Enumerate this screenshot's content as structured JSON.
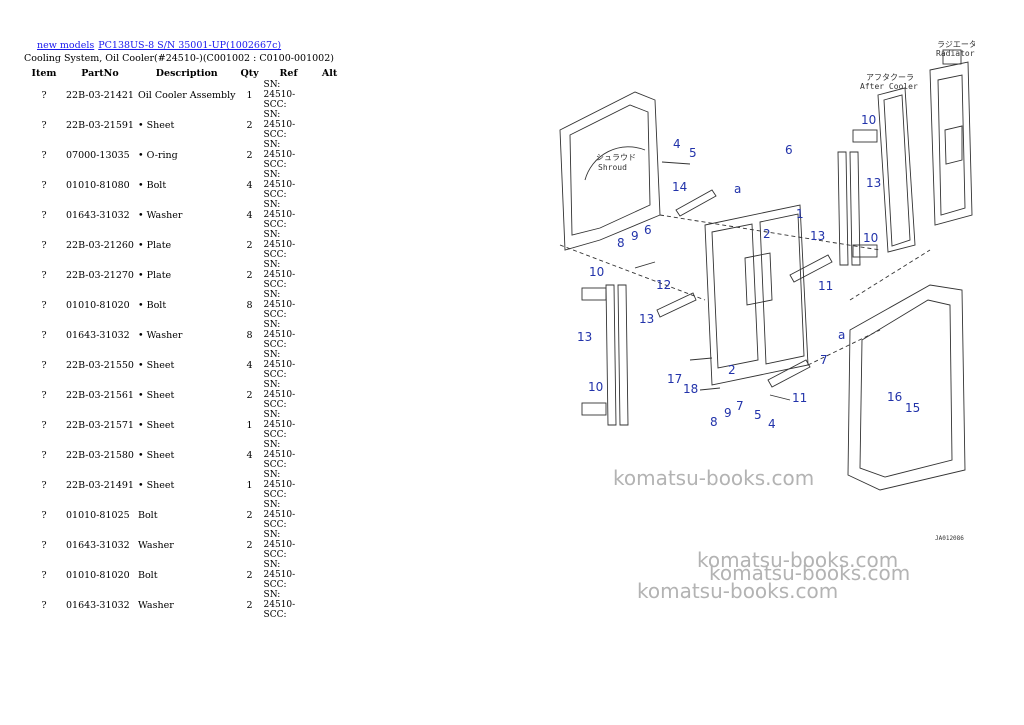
{
  "breadcrumb": {
    "link1": "new models",
    "link2": "PC138US-8 S/N 35001-UP(1002667c)"
  },
  "subtitle": "Cooling System, Oil Cooler(#24510-)(C001002 : C0100-001002)",
  "table": {
    "headers": [
      "Item",
      "PartNo",
      "Description",
      "Qty",
      "Ref",
      "Alt"
    ],
    "rows": [
      {
        "item": "?",
        "part": "22B-03-21421",
        "desc": "Oil Cooler Assembly",
        "qty": "1",
        "ref": "SN: 24510-SCC:"
      },
      {
        "item": "?",
        "part": "22B-03-21591",
        "desc": "• Sheet",
        "qty": "2",
        "ref": "SN: 24510-SCC:"
      },
      {
        "item": "?",
        "part": "07000-13035",
        "desc": "• O-ring",
        "qty": "2",
        "ref": "SN: 24510-SCC:"
      },
      {
        "item": "?",
        "part": "01010-81080",
        "desc": "• Bolt",
        "qty": "4",
        "ref": "SN: 24510-SCC:"
      },
      {
        "item": "?",
        "part": "01643-31032",
        "desc": "• Washer",
        "qty": "4",
        "ref": "SN: 24510-SCC:"
      },
      {
        "item": "?",
        "part": "22B-03-21260",
        "desc": "• Plate",
        "qty": "2",
        "ref": "SN: 24510-SCC:"
      },
      {
        "item": "?",
        "part": "22B-03-21270",
        "desc": "• Plate",
        "qty": "2",
        "ref": "SN: 24510-SCC:"
      },
      {
        "item": "?",
        "part": "01010-81020",
        "desc": "• Bolt",
        "qty": "8",
        "ref": "SN: 24510-SCC:"
      },
      {
        "item": "?",
        "part": "01643-31032",
        "desc": "• Washer",
        "qty": "8",
        "ref": "SN: 24510-SCC:"
      },
      {
        "item": "?",
        "part": "22B-03-21550",
        "desc": "• Sheet",
        "qty": "4",
        "ref": "SN: 24510-SCC:"
      },
      {
        "item": "?",
        "part": "22B-03-21561",
        "desc": "• Sheet",
        "qty": "2",
        "ref": "SN: 24510-SCC:"
      },
      {
        "item": "?",
        "part": "22B-03-21571",
        "desc": "• Sheet",
        "qty": "1",
        "ref": "SN: 24510-SCC:"
      },
      {
        "item": "?",
        "part": "22B-03-21580",
        "desc": "• Sheet",
        "qty": "4",
        "ref": "SN: 24510-SCC:"
      },
      {
        "item": "?",
        "part": "22B-03-21491",
        "desc": "• Sheet",
        "qty": "1",
        "ref": "SN: 24510-SCC:"
      },
      {
        "item": "?",
        "part": "01010-81025",
        "desc": "Bolt",
        "qty": "2",
        "ref": "SN: 24510-SCC:"
      },
      {
        "item": "?",
        "part": "01643-31032",
        "desc": "Washer",
        "qty": "2",
        "ref": "SN: 24510-SCC:"
      },
      {
        "item": "?",
        "part": "01010-81020",
        "desc": "Bolt",
        "qty": "2",
        "ref": "SN: 24510-SCC:"
      },
      {
        "item": "?",
        "part": "01643-31032",
        "desc": "Washer",
        "qty": "2",
        "ref": "SN: 24510-SCC:"
      }
    ]
  },
  "diagram": {
    "labels": {
      "radiator_jp": "ラジエータ",
      "radiator": "Radiator",
      "aftercooler_jp": "アフタクーラ",
      "aftercooler": "After Cooler",
      "shroud_jp": "シュラウド",
      "shroud": "Shroud",
      "code": "JA012086"
    },
    "callouts": [
      "1",
      "2",
      "2",
      "4",
      "4",
      "5",
      "5",
      "6",
      "6",
      "7",
      "7",
      "8",
      "8",
      "9",
      "9",
      "10",
      "10",
      "10",
      "10",
      "11",
      "11",
      "12",
      "13",
      "13",
      "13",
      "13",
      "14",
      "15",
      "16",
      "17",
      "18",
      "a",
      "a"
    ],
    "accent_color": "#2233aa"
  },
  "watermarks": [
    "komatsu-books.com",
    "komatsu-books.com",
    "komatsu-books.com",
    "komatsu-books.com"
  ]
}
